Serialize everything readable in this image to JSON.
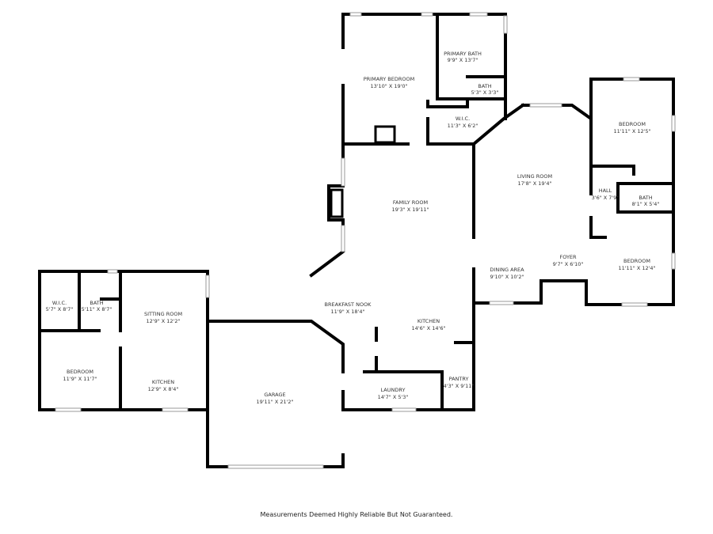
{
  "rooms": [
    {
      "name": "PRIMARY BEDROOM",
      "size": "13'10\" X 19'0\""
    },
    {
      "name": "PRIMARY BATH",
      "size": "9'9\" X 13'7\""
    },
    {
      "name": "BATH",
      "size": "5'3\" X 3'3\""
    },
    {
      "name": "W.I.C.",
      "size": "11'3\" X 6'2\""
    },
    {
      "name": "FAMILY ROOM",
      "size": "19'3\" X 19'11\""
    },
    {
      "name": "LIVING ROOM",
      "size": "17'8\" X 19'4\""
    },
    {
      "name": "BEDROOM",
      "size": "11'11\" X 12'5\""
    },
    {
      "name": "HALL",
      "size": "3'6\" X 7'9\""
    },
    {
      "name": "BATH",
      "size": "8'1\" X 5'4\""
    },
    {
      "name": "BEDROOM",
      "size": "11'11\" X 12'4\""
    },
    {
      "name": "FOYER",
      "size": "9'7\" X 6'10\""
    },
    {
      "name": "DINING AREA",
      "size": "9'10\" X 10'2\""
    },
    {
      "name": "BREAKFAST NOOK",
      "size": "11'9\" X 18'4\""
    },
    {
      "name": "KITCHEN",
      "size": "14'6\" X 14'6\""
    },
    {
      "name": "PANTRY",
      "size": "4'3\" X 9'11\""
    },
    {
      "name": "LAUNDRY",
      "size": "14'7\" X 5'3\""
    },
    {
      "name": "GARAGE",
      "size": "19'11\" X 21'2\""
    },
    {
      "name": "W.I.C.",
      "size": "5'7\" X 8'7\""
    },
    {
      "name": "BATH",
      "size": "5'11\" X 8'7\""
    },
    {
      "name": "SITTING ROOM",
      "size": "12'9\" X 12'2\""
    },
    {
      "name": "BEDROOM",
      "size": "11'9\" X 11'7\""
    },
    {
      "name": "KITCHEN",
      "size": "12'9\" X 8'4\""
    }
  ],
  "footer": "Measurements Deemed Highly Reliable But Not Guaranteed."
}
